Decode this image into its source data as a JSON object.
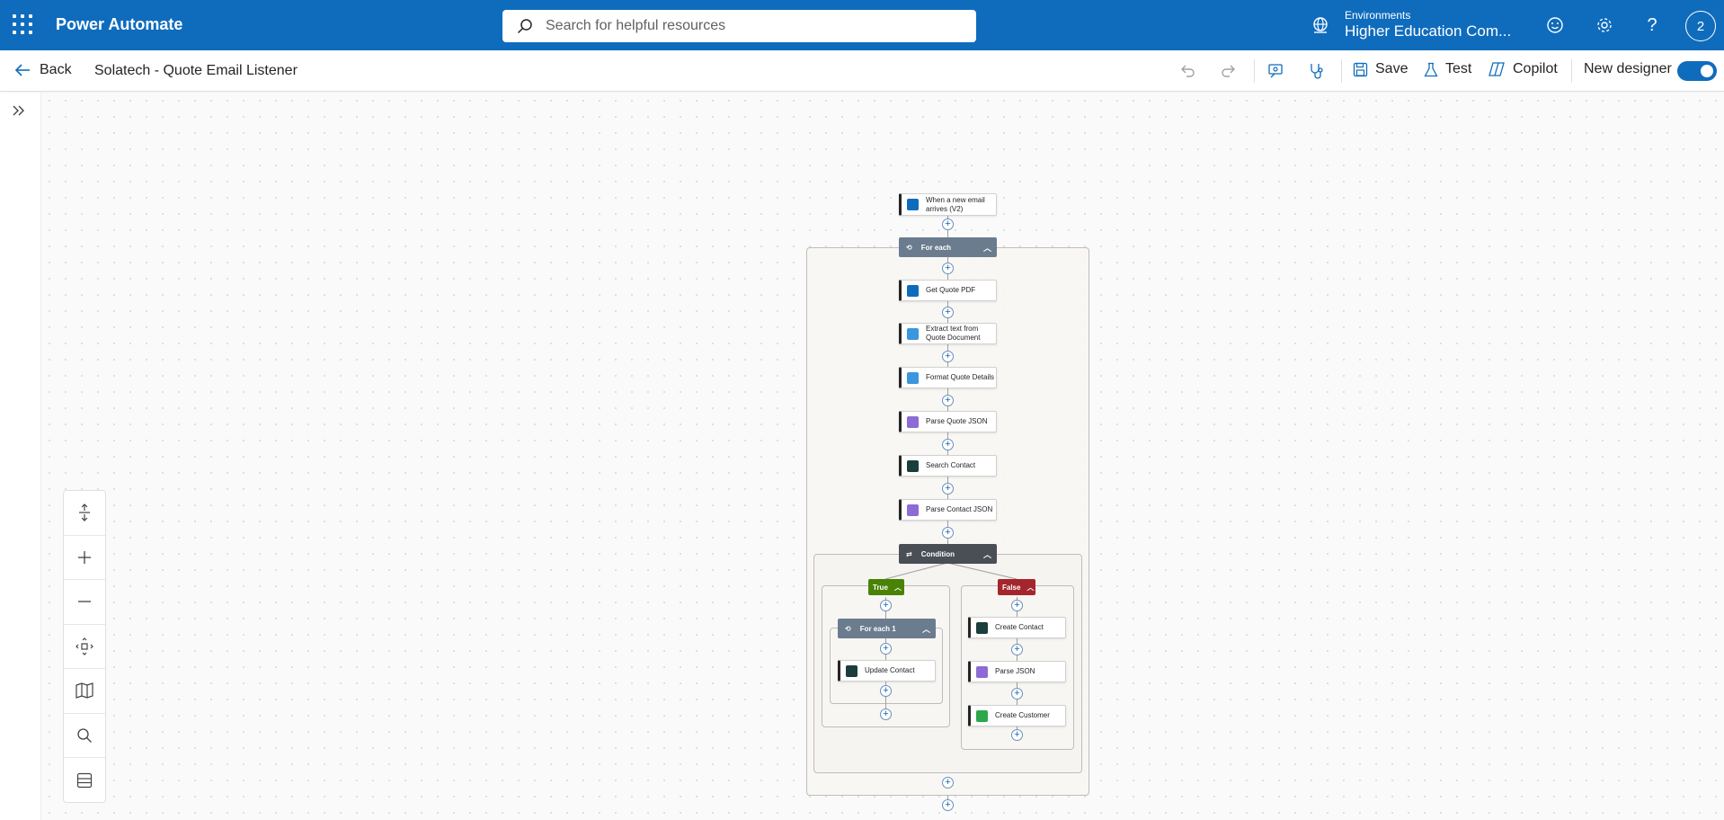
{
  "app": {
    "title": "Power Automate"
  },
  "search": {
    "placeholder": "Search for helpful resources"
  },
  "environment": {
    "label": "Environments",
    "name": "Higher Education Com..."
  },
  "user": {
    "avatar_text": "2"
  },
  "cmdbar": {
    "back_label": "Back",
    "flow_name": "Solatech - Quote Email Listener",
    "save_label": "Save",
    "test_label": "Test",
    "copilot_label": "Copilot",
    "new_designer_label": "New designer",
    "new_designer_on": true
  },
  "flow": {
    "trigger": {
      "label": "When a new email arrives (V2)",
      "icon": "outlook-icon",
      "color": "#0f6cbd"
    },
    "foreach": {
      "label": "For each"
    },
    "actions": [
      {
        "label": "Get Quote PDF",
        "icon": "outlook-icon",
        "color": "#0f6cbd"
      },
      {
        "label": "Extract text from Quote Document",
        "icon": "ai-builder-icon",
        "color": "#3a96dd"
      },
      {
        "label": "Format Quote Details",
        "icon": "ai-builder-icon",
        "color": "#3a96dd"
      },
      {
        "label": "Parse Quote JSON",
        "icon": "data-operation-icon",
        "color": "#8c6cd4"
      },
      {
        "label": "Search Contact",
        "icon": "dataverse-icon",
        "color": "#1b3d3b"
      },
      {
        "label": "Parse Contact JSON",
        "icon": "data-operation-icon",
        "color": "#8c6cd4"
      }
    ],
    "condition": {
      "label": "Condition"
    },
    "true_branch": {
      "label": "True",
      "color": "#498205",
      "foreach": {
        "label": "For each 1"
      },
      "actions": [
        {
          "label": "Update Contact",
          "icon": "dataverse-icon",
          "color": "#1b3d3b"
        }
      ]
    },
    "false_branch": {
      "label": "False",
      "color": "#a4262c",
      "actions": [
        {
          "label": "Create Contact",
          "icon": "dataverse-icon",
          "color": "#1b3d3b"
        },
        {
          "label": "Parse JSON",
          "icon": "data-operation-icon",
          "color": "#8c6cd4"
        },
        {
          "label": "Create Customer",
          "icon": "customer-icon",
          "color": "#2ca84a"
        }
      ]
    }
  }
}
